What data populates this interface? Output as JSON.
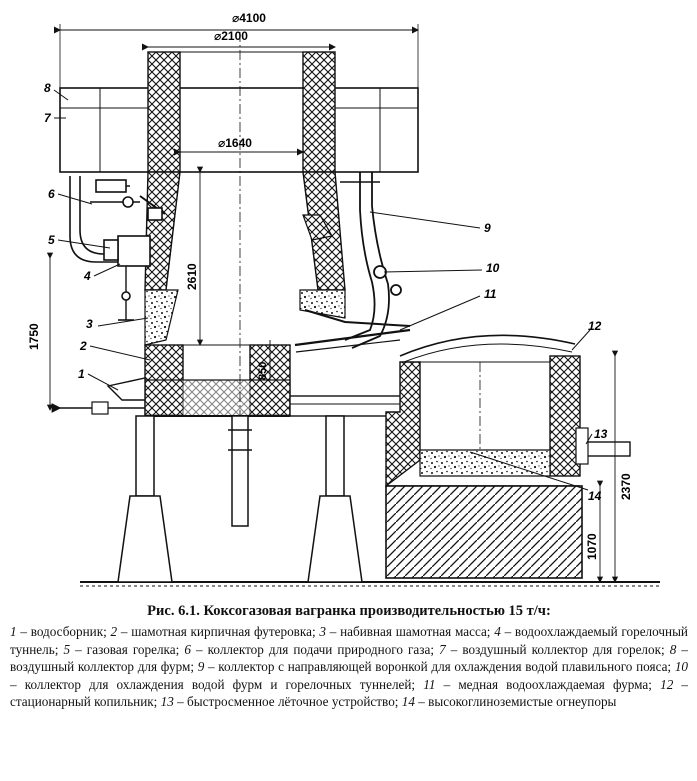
{
  "figure": {
    "dimensions": {
      "d4100": "⌀4100",
      "d2100": "⌀2100",
      "d1640": "⌀1640",
      "h2610": "2610",
      "h1750": "1750",
      "h850": "850",
      "h2370": "2370",
      "h1070": "1070"
    },
    "callouts": [
      "1",
      "2",
      "3",
      "4",
      "5",
      "6",
      "7",
      "8",
      "9",
      "10",
      "11",
      "12",
      "13",
      "14"
    ]
  },
  "caption": {
    "title": "Рис. 6.1. Коксогазовая вагранка производительностью 15 т/ч:",
    "items": [
      {
        "num": "1",
        "text": "водосборник"
      },
      {
        "num": "2",
        "text": "шамотная кирпичная футеровка"
      },
      {
        "num": "3",
        "text": "набивная шамотная масса"
      },
      {
        "num": "4",
        "text": "водоохлаждаемый горелочный туннель"
      },
      {
        "num": "5",
        "text": "газовая горелка"
      },
      {
        "num": "6",
        "text": "коллектор для подачи природного газа"
      },
      {
        "num": "7",
        "text": "воздушный коллектор для горелок"
      },
      {
        "num": "8",
        "text": "воздушный коллектор для фурм"
      },
      {
        "num": "9",
        "text": "коллектор с направляющей воронкой для охлаждения водой плавильного пояса"
      },
      {
        "num": "10",
        "text": "коллектор для охлаждения водой фурм и горелочных туннелей"
      },
      {
        "num": "11",
        "text": "медная водоохлаждаемая фурма"
      },
      {
        "num": "12",
        "text": "стационарный копильник"
      },
      {
        "num": "13",
        "text": "быстросменное лёточное устройство"
      },
      {
        "num": "14",
        "text": "высокоглиноземистые огнеупоры"
      }
    ]
  }
}
